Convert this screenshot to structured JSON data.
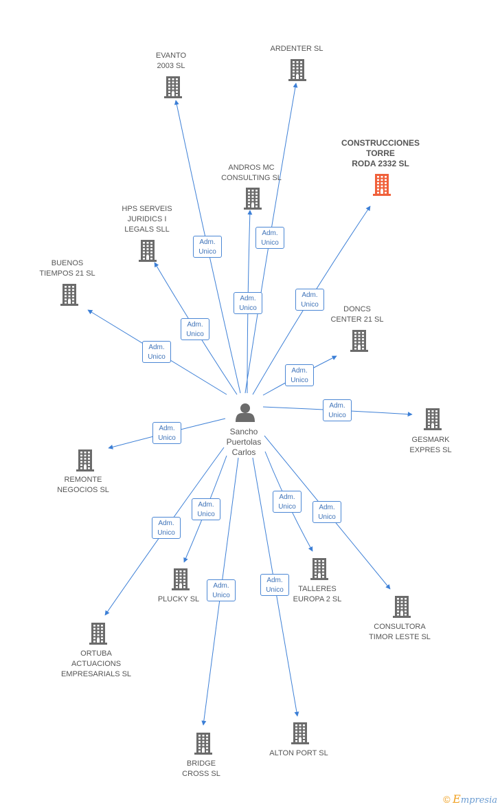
{
  "center": {
    "name": "Sancho\nPuertolas\nCarlos"
  },
  "relation_label": "Adm.\nUnico",
  "colors": {
    "edge": "#3c7fd6",
    "building": "#6b6b6b",
    "highlight": "#f0603a"
  },
  "nodes": [
    {
      "id": "evanto",
      "name": "EVANTO\n2003 SL"
    },
    {
      "id": "ardenter",
      "name": "ARDENTER SL"
    },
    {
      "id": "construcciones",
      "name": "CONSTRUCCIONES\nTORRE\nRODA 2332 SL",
      "highlight": true
    },
    {
      "id": "andros",
      "name": "ANDROS MC\nCONSULTING SL"
    },
    {
      "id": "hps",
      "name": "HPS SERVEIS\nJURIDICS I\nLEGALS SLL"
    },
    {
      "id": "buenos",
      "name": "BUENOS\nTIEMPOS 21 SL"
    },
    {
      "id": "doncs",
      "name": "DONCS\nCENTER 21 SL"
    },
    {
      "id": "gesmark",
      "name": "GESMARK\nEXPRES SL"
    },
    {
      "id": "remonte",
      "name": "REMONTE\nNEGOCIOS SL"
    },
    {
      "id": "plucky",
      "name": "PLUCKY SL"
    },
    {
      "id": "talleres",
      "name": "TALLERES\nEUROPA 2 SL"
    },
    {
      "id": "consultora",
      "name": "CONSULTORA\nTIMOR LESTE SL"
    },
    {
      "id": "ortuba",
      "name": "ORTUBA\nACTUACIONS\nEMPRESARIALS SL"
    },
    {
      "id": "bridge",
      "name": "BRIDGE\nCROSS SL"
    },
    {
      "id": "alton",
      "name": "ALTON PORT SL"
    }
  ],
  "footer": {
    "copyright": "©",
    "brand_initial": "E",
    "brand_rest": "mpresia"
  }
}
